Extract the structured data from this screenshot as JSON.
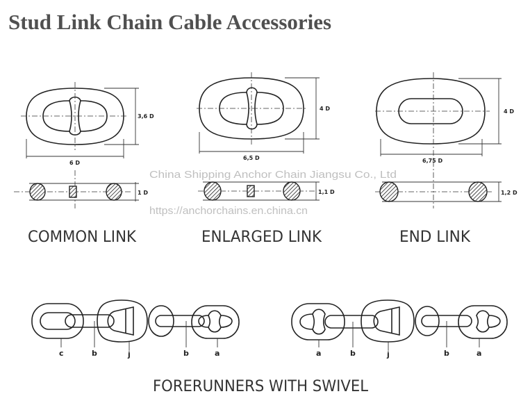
{
  "title": "Stud Link Chain Cable Accessories",
  "links": [
    {
      "name": "COMMON LINK",
      "length": "6 D",
      "width": "3,6 D",
      "thickness": "1 D"
    },
    {
      "name": "ENLARGED LINK",
      "length": "6,5 D",
      "width": "4 D",
      "thickness": "1,1 D"
    },
    {
      "name": "END LINK",
      "length": "6,75 D",
      "width": "4 D",
      "thickness": "1,2 D"
    }
  ],
  "watermark": {
    "company": "China Shipping Anchor Chain Jiangsu Co., Ltd",
    "url": "https://anchorchains.en.china.cn"
  },
  "forerunners": {
    "caption": "FORERUNNERS WITH SWIVEL",
    "left_labels": [
      "c",
      "b",
      "j",
      "b",
      "a"
    ],
    "right_labels": [
      "a",
      "b",
      "j",
      "b",
      "a"
    ]
  }
}
